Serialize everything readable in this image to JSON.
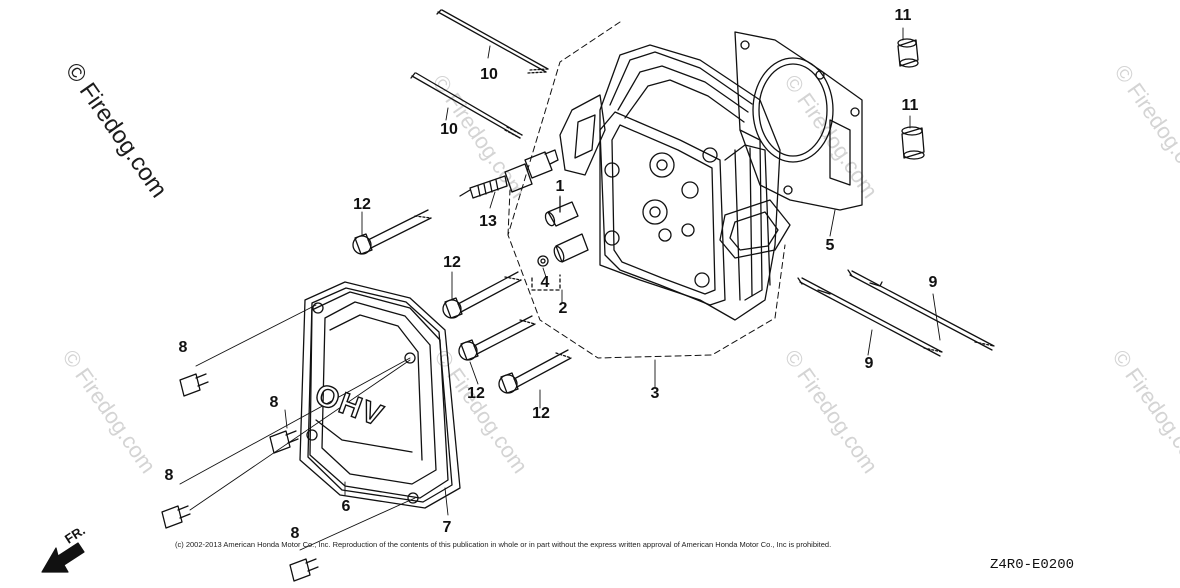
{
  "watermark": {
    "main": "© Firedog.com",
    "light": "© Firedog.com"
  },
  "parts": {
    "p1": "1",
    "p2": "2",
    "p3": "3",
    "p4": "4",
    "p5": "5",
    "p6": "6",
    "p7": "7",
    "p8": "8",
    "p9": "9",
    "p10": "10",
    "p11": "11",
    "p12": "12",
    "p13": "13"
  },
  "cover_emboss": "OHV",
  "direction_label": "FR.",
  "copyright": "(c) 2002-2013 American Honda Motor Co., Inc. Reproduction of the contents of this publication in whole or in part without the express written approval of American Honda Motor Co., Inc is prohibited.",
  "diagram_code": "Z4R0-E0200"
}
